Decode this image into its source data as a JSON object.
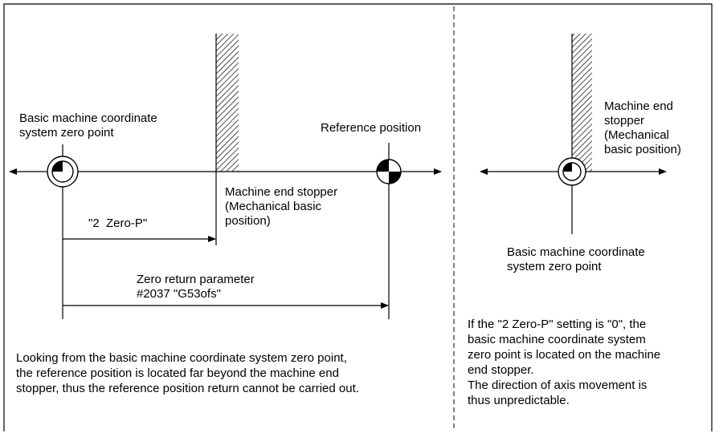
{
  "left_panel": {
    "basic_zero_label": "Basic machine coordinate\nsystem zero point",
    "reference_label": "Reference position",
    "stopper_label": "Machine end stopper\n(Mechanical basic\nposition)",
    "zero_p_label": "\"2  Zero-P\"",
    "zero_return_label": "Zero return parameter\n#2037 \"G53ofs\"",
    "note": "Looking from the basic machine coordinate system zero point,\nthe reference position is located far beyond the machine end\nstopper, thus the reference position return cannot be carried out."
  },
  "right_panel": {
    "stopper_label": "Machine end\nstopper\n(Mechanical\nbasic position)",
    "basic_zero_label": "Basic machine coordinate\nsystem zero point",
    "note": "If the \"2 Zero-P\" setting is \"0\", the\nbasic machine coordinate system\nzero point is located on the machine\nend stopper.\nThe direction of axis movement is\nthus unpredictable."
  }
}
